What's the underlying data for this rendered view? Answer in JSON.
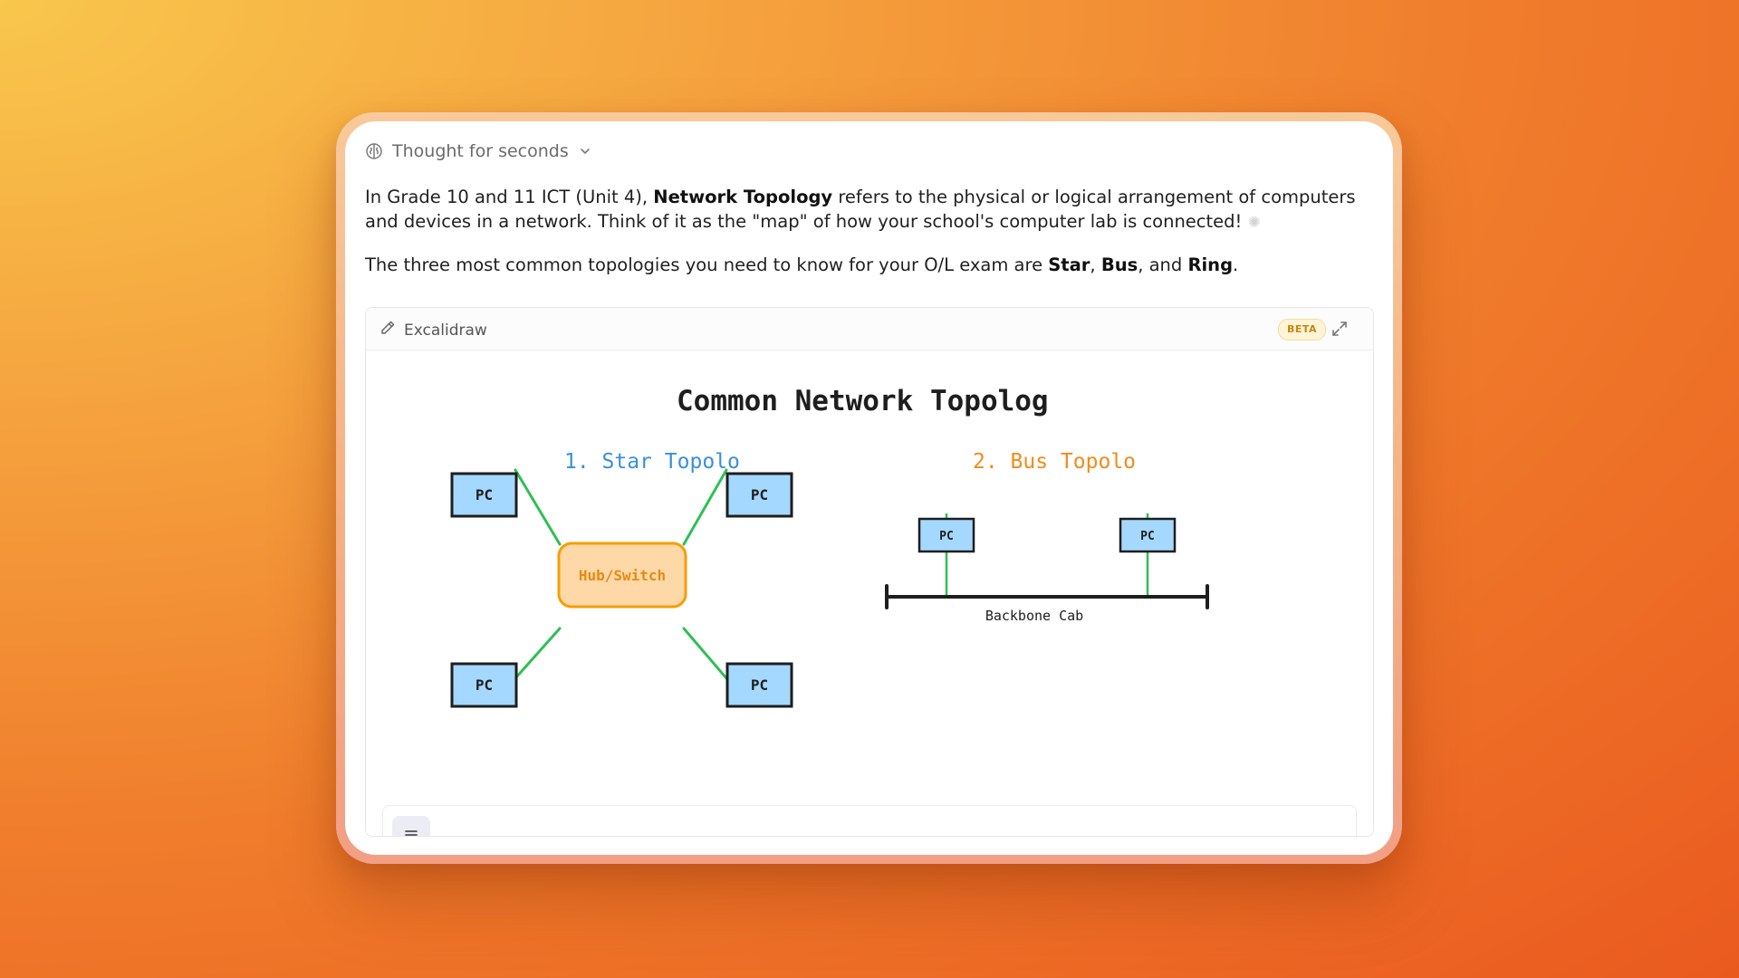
{
  "thought": {
    "label": "Thought for seconds"
  },
  "message": {
    "p1_a": "In Grade 10 and 11 ICT (Unit 4), ",
    "p1_b": "Network Topology",
    "p1_c": " refers to the physical or logical arrangement of computers and devices in a network. Think of it as the \"map\" of how your school's computer lab is connected! ",
    "p2_a": "The three most common topologies you need to know for your O/L exam are ",
    "p2_star": "Star",
    "p2_sep1": ", ",
    "p2_bus": "Bus",
    "p2_sep2": ", and ",
    "p2_ring": "Ring",
    "p2_end": "."
  },
  "excalidraw": {
    "title": "Excalidraw",
    "badge": "BETA",
    "drawing": {
      "heading": "Common Network Topolog",
      "star_title": "1. Star Topolo",
      "bus_title": "2. Bus Topolo",
      "hub_label": "Hub/Switch",
      "pc_label": "PC",
      "backbone_label": "Backbone Cab"
    }
  },
  "colors": {
    "star_title": "#3a8fd8",
    "bus_title": "#f08c1a",
    "pc_fill": "#a5d8ff",
    "hub_fill": "#ffd8a8",
    "hub_stroke": "#f59f00",
    "link": "#2fbf55",
    "ink": "#1e1e1e"
  },
  "icons": {
    "thought": "brain-icon",
    "chevron": "chevron-down-icon",
    "pencil": "pencil-icon",
    "expand": "expand-icon",
    "menu": "hamburger-menu-icon",
    "sparkle": "sun-icon"
  }
}
